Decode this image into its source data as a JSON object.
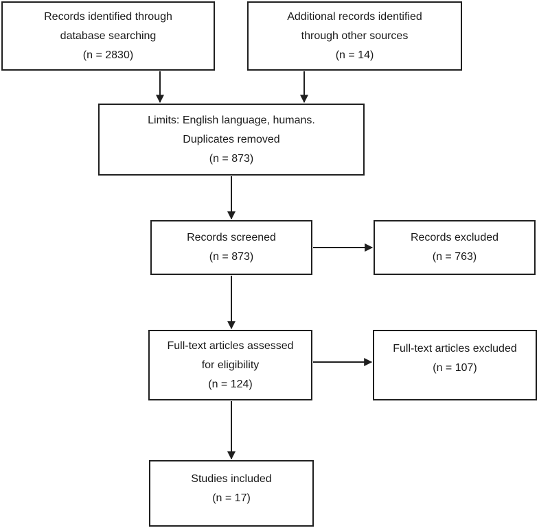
{
  "colors": {
    "background": "#ffffff",
    "border": "#1f1f1f",
    "text": "#1a1a1a",
    "arrow": "#1f1f1f"
  },
  "nodes": {
    "records_identified": {
      "lines": [
        "Records identified through",
        "database searching",
        "(n = 2830)"
      ]
    },
    "additional_records": {
      "lines": [
        "Additional records identified",
        "through other sources",
        "(n = 14)"
      ]
    },
    "limits": {
      "lines": [
        "Limits: English language, humans.",
        "Duplicates removed",
        "(n = 873)"
      ]
    },
    "records_screened": {
      "lines": [
        "Records screened",
        "(n = 873)"
      ]
    },
    "records_excluded": {
      "lines": [
        "Records excluded",
        "(n = 763)"
      ]
    },
    "fulltext_assessed": {
      "lines": [
        "Full-text articles assessed",
        "for eligibility",
        "(n = 124)"
      ]
    },
    "fulltext_excluded": {
      "lines": [
        "Full-text articles excluded",
        "(n = 107)"
      ]
    },
    "studies_included": {
      "lines": [
        "Studies included",
        "(n = 17)"
      ]
    }
  }
}
